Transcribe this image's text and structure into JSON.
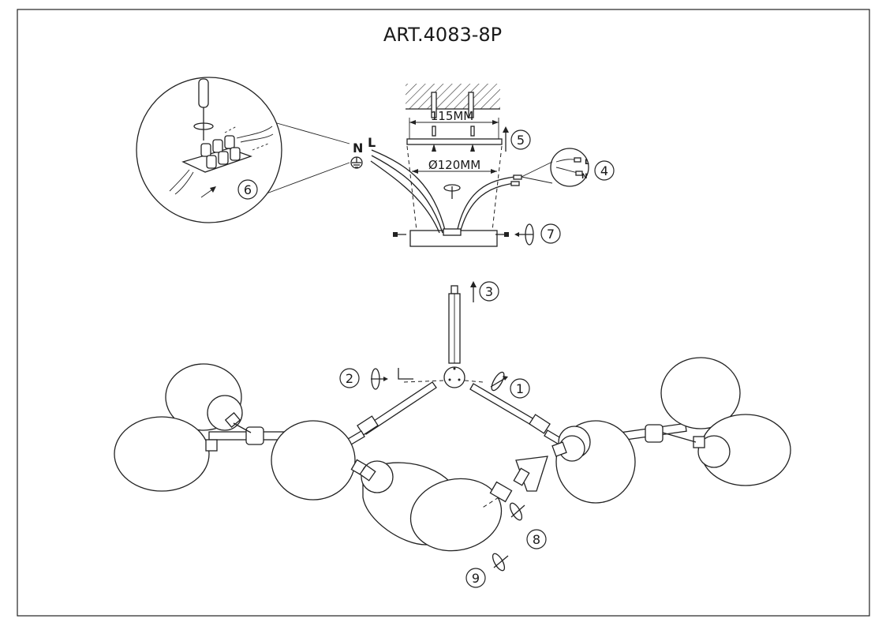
{
  "title": "ART.4083-8P",
  "dims": {
    "spacing": "115MM",
    "diameter": "Ø120MM"
  },
  "wire_labels": {
    "neutral": "N",
    "live": "L",
    "neutral_small": "N",
    "live_small": "L"
  },
  "steps": {
    "s1": "1",
    "s2": "2",
    "s3": "3",
    "s4": "4",
    "s5": "5",
    "s6": "6",
    "s7": "7",
    "s8": "8",
    "s9": "9"
  }
}
